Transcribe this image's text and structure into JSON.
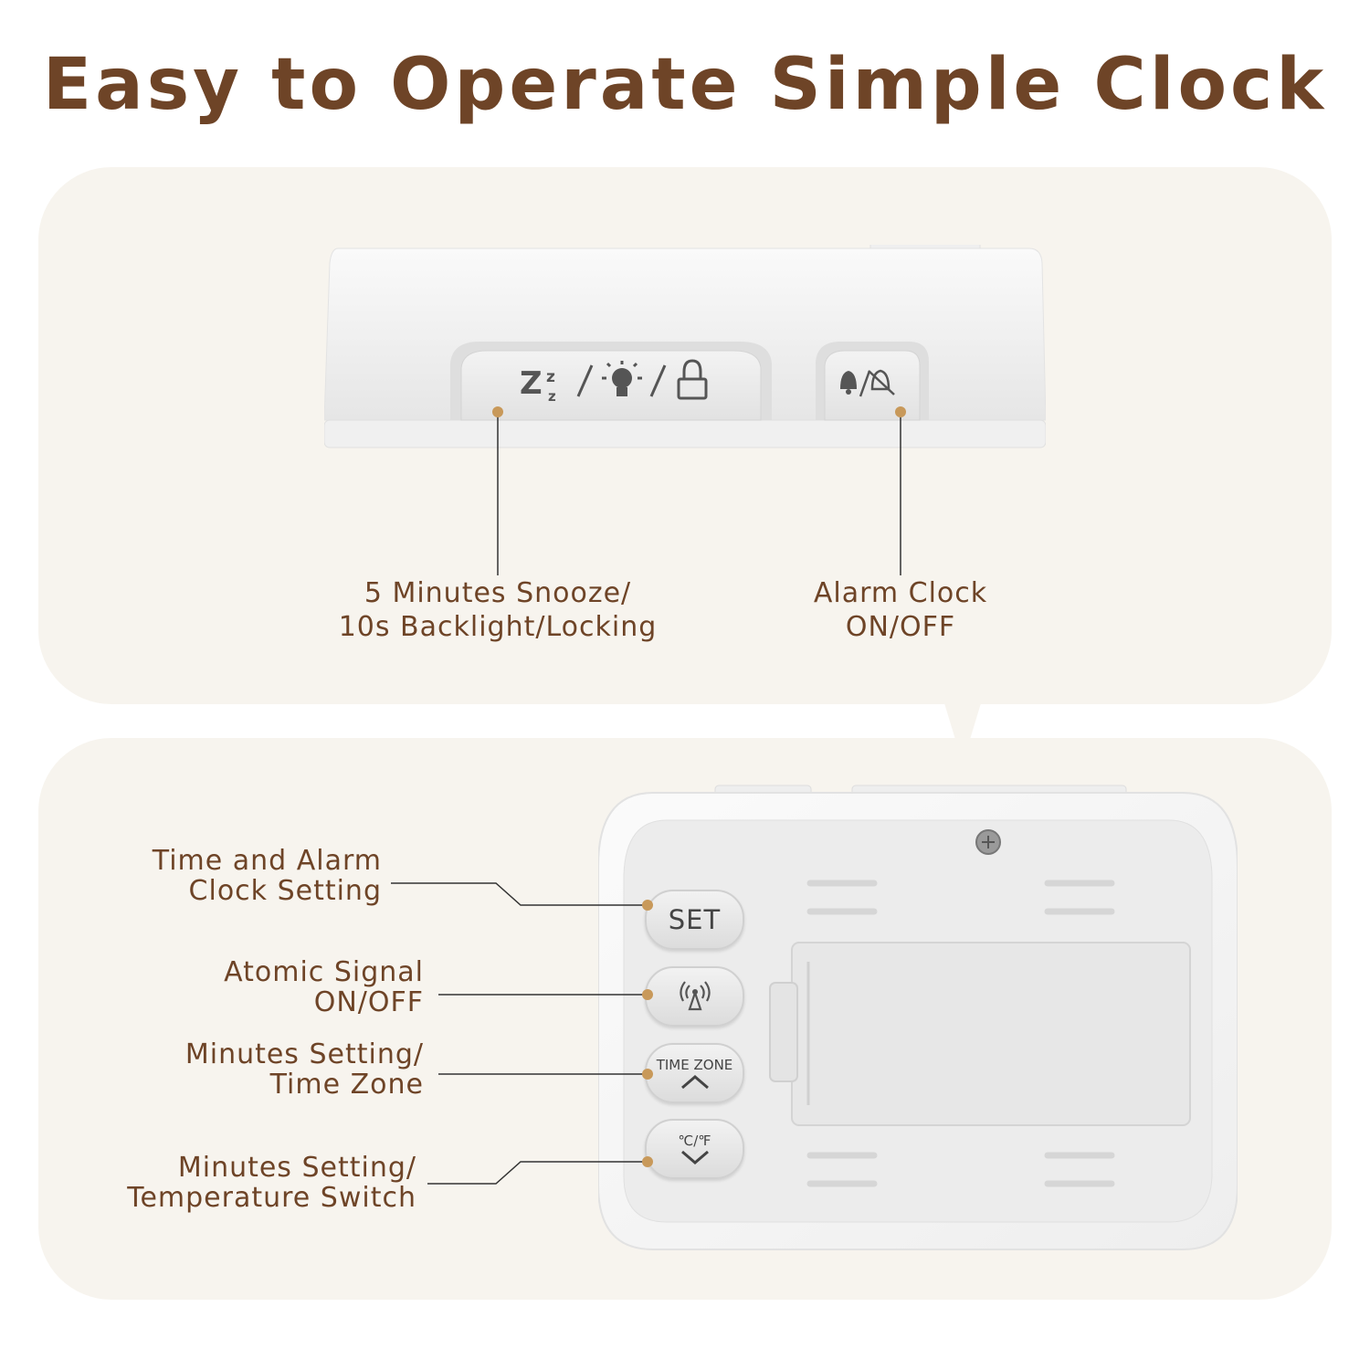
{
  "title": "Easy to Operate Simple Clock",
  "top_labels": {
    "snooze_line1": "5 Minutes Snooze/",
    "snooze_line2": "10s Backlight/Locking",
    "alarm_line1": "Alarm Clock",
    "alarm_line2": "ON/OFF"
  },
  "side_labels": {
    "set_line1": "Time and Alarm",
    "set_line2": "Clock Setting",
    "atomic_line1": "Atomic Signal",
    "atomic_line2": "ON/OFF",
    "zone_line1": "Minutes Setting/",
    "zone_line2": "Time Zone",
    "temp_line1": "Minutes Setting/",
    "temp_line2": "Temperature Switch"
  },
  "device_buttons": {
    "set": "SET",
    "time_zone": "TIME ZONE",
    "temp_unit": "℃/℉"
  },
  "colors": {
    "text": "#6e4427",
    "panel": "#f7f4ee",
    "dot": "#c8995a"
  }
}
